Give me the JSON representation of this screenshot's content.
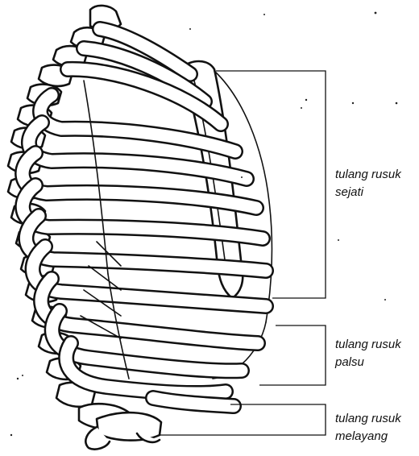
{
  "labels": {
    "true_ribs": [
      "tulang rusuk",
      "sejati"
    ],
    "false_ribs": [
      "tulang rusuk",
      "palsu"
    ],
    "floating_ribs": [
      "tulang rusuk",
      "melayang"
    ]
  }
}
